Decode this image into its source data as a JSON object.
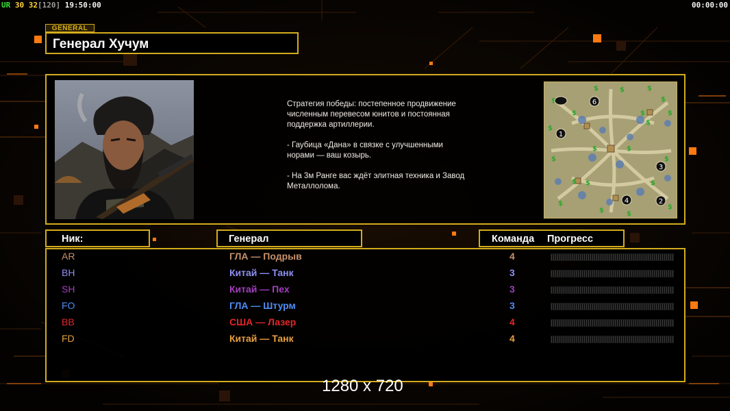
{
  "hud": {
    "left_code": "UR",
    "left_num1": "30",
    "left_num2": "32",
    "left_bracket": "[120]",
    "left_time": "19:50:00",
    "right_time": "00:00:00"
  },
  "general": {
    "tag": "GENERAL",
    "name": "Генерал Хучум"
  },
  "strategy": {
    "p1": "Стратегия победы: постепенное продвижение численным перевесом юнитов и постоянная поддержка артиллерии.",
    "p2": "- Гаубица «Дана» в связке с улучшенными норами — ваш козырь.",
    "p3": "- На 3м Ранге вас ждёт элитная техника и Завод Металлолома."
  },
  "minimap": {
    "start_labels": [
      "1",
      "2",
      "3",
      "4",
      "6"
    ]
  },
  "table": {
    "headers": {
      "nick": "Ник:",
      "general": "Генерал",
      "team": "Команда",
      "progress": "Прогресс"
    },
    "rows": [
      {
        "nick": "AR",
        "general": "ГЛА — Подрыв",
        "team": "4",
        "color": "#c8916a"
      },
      {
        "nick": "BH",
        "general": "Китай — Танк",
        "team": "3",
        "color": "#8f8ff2"
      },
      {
        "nick": "SH",
        "general": "Китай — Пех",
        "team": "3",
        "color": "#a23fbf"
      },
      {
        "nick": "FO",
        "general": "ГЛА — Штурм",
        "team": "3",
        "color": "#4f8df5"
      },
      {
        "nick": "BB",
        "general": "США — Лазер",
        "team": "4",
        "color": "#e3262a"
      },
      {
        "nick": "FD",
        "general": "Китай — Танк",
        "team": "4",
        "color": "#e8a040"
      }
    ]
  },
  "footer": {
    "resolution": "1280 x 720"
  },
  "colors": {
    "frame": "#d4ad1c",
    "accent_orange": "#ff7a10"
  }
}
